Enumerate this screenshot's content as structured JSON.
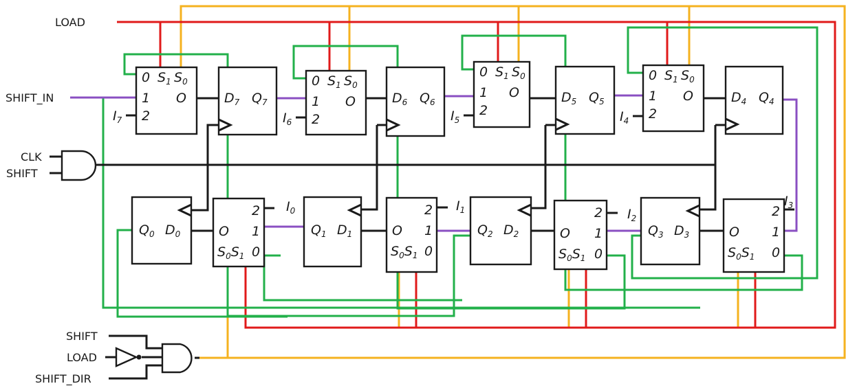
{
  "signals": {
    "load": "LOAD",
    "shift_in": "SHIFT_IN",
    "clk": "CLK",
    "shift": "SHIFT",
    "shift2": "SHIFT",
    "load2": "LOAD",
    "shift_dir": "SHIFT_DIR"
  },
  "mux": {
    "s": "S",
    "s1": "1",
    "s0": "0",
    "i0": "0",
    "i1": "1",
    "i2": "2",
    "out": "O"
  },
  "ff": {
    "d": "D",
    "q": "Q"
  },
  "inputs": {
    "i": "I"
  },
  "wire_colors": {
    "black": "#1a1a1a",
    "red": "#e01a1a",
    "orange": "#f5b21f",
    "green": "#22b04a",
    "purple": "#8a4fc2"
  },
  "top_row": [
    {
      "ff": "7",
      "inp": "7"
    },
    {
      "ff": "6",
      "inp": "6"
    },
    {
      "ff": "5",
      "inp": "5"
    },
    {
      "ff": "4",
      "inp": "4"
    }
  ],
  "bottom_row": [
    {
      "ff": "0",
      "inp": "0"
    },
    {
      "ff": "1",
      "inp": "1"
    },
    {
      "ff": "2",
      "inp": "2"
    },
    {
      "ff": "3",
      "inp": "3"
    }
  ]
}
